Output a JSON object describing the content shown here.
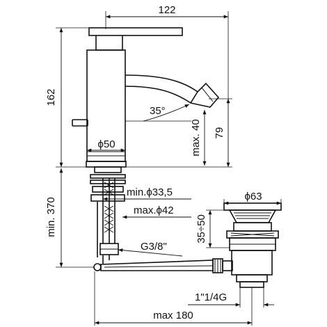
{
  "dimensions": {
    "width_top": "122",
    "height_total": "162",
    "spout_angle": "35°",
    "spout_height": "79",
    "max_depth": "max. 40",
    "body_diameter": "ϕ50",
    "min_length": "min. 370",
    "min_hole": "min.ϕ33,5",
    "max_hole": "max.ϕ42",
    "connection": "G3/8\"",
    "waste_diameter": "ϕ63",
    "waste_range": "35÷50",
    "waste_thread": "1\"1/4G",
    "max_width": "max 180"
  },
  "colors": {
    "line": "#111111",
    "background": "#ffffff"
  }
}
